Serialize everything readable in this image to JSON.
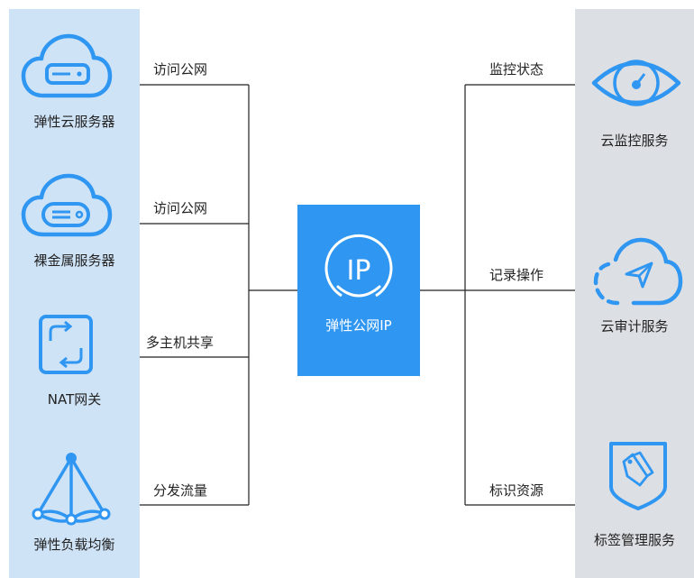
{
  "colors": {
    "accent": "#2f96f2",
    "left_panel": "#cfe3f7",
    "right_panel": "#dcdfe3",
    "line": "#222222"
  },
  "center": {
    "label": "弹性公网IP",
    "icon": "ip-icon",
    "icon_text": "IP"
  },
  "left_nodes": [
    {
      "label": "弹性云服务器",
      "icon": "cloud-server-icon"
    },
    {
      "label": "裸金属服务器",
      "icon": "bare-metal-cloud-icon"
    },
    {
      "label": "NAT网关",
      "icon": "nat-gateway-icon"
    },
    {
      "label": "弹性负载均衡",
      "icon": "load-balancer-icon"
    }
  ],
  "left_edges": [
    "访问公网",
    "访问公网",
    "多主机共享",
    "分发流量"
  ],
  "right_nodes": [
    {
      "label": "云监控服务",
      "icon": "cloud-eye-icon"
    },
    {
      "label": "云审计服务",
      "icon": "cloud-trace-icon"
    },
    {
      "label": "标签管理服务",
      "icon": "tag-manager-icon"
    }
  ],
  "right_edges": [
    "监控状态",
    "记录操作",
    "标识资源"
  ]
}
